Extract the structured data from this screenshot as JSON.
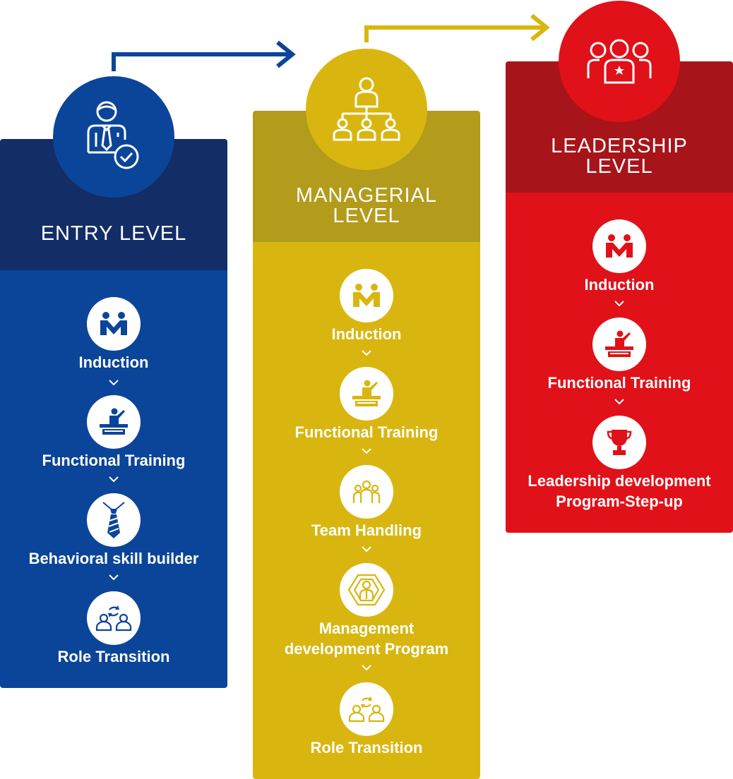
{
  "colors": {
    "entry_head": "#132d66",
    "entry_body": "#0b4599",
    "entry_badge": "#0b4599",
    "managerial_head": "#b39b1c",
    "managerial_body": "#d9b60f",
    "managerial_badge": "#d9b60f",
    "leadership_head": "#a7141a",
    "leadership_body": "#e01119",
    "leadership_badge": "#e01119"
  },
  "columns": [
    {
      "title_line1": "ENTRY LEVEL",
      "title_line2": "",
      "badge_icon": "employee-check-icon",
      "steps": [
        {
          "label": "Induction",
          "icon": "handshake-m-icon"
        },
        {
          "label": "Functional Training",
          "icon": "trainer-podium-icon"
        },
        {
          "label": "Behavioral skill builder",
          "icon": "tie-icon"
        },
        {
          "label": "Role Transition",
          "icon": "role-swap-icon"
        }
      ]
    },
    {
      "title_line1": "MANAGERIAL",
      "title_line2": "LEVEL",
      "badge_icon": "org-hierarchy-icon",
      "steps": [
        {
          "label": "Induction",
          "icon": "handshake-m-icon"
        },
        {
          "label": "Functional Training",
          "icon": "trainer-podium-icon"
        },
        {
          "label": "Team Handling",
          "icon": "team-icon"
        },
        {
          "label": "Management",
          "label2": "development Program",
          "icon": "manager-hexagon-icon"
        },
        {
          "label": "Role Transition",
          "icon": "role-swap-icon"
        }
      ]
    },
    {
      "title_line1": "LEADERSHIP",
      "title_line2": "LEVEL",
      "badge_icon": "leader-group-star-icon",
      "steps": [
        {
          "label": "Induction",
          "icon": "handshake-m-icon"
        },
        {
          "label": "Functional Training",
          "icon": "trainer-podium-icon"
        },
        {
          "label": "Leadership development",
          "label2": "Program-Step-up",
          "icon": "trophy-icon"
        }
      ]
    }
  ]
}
